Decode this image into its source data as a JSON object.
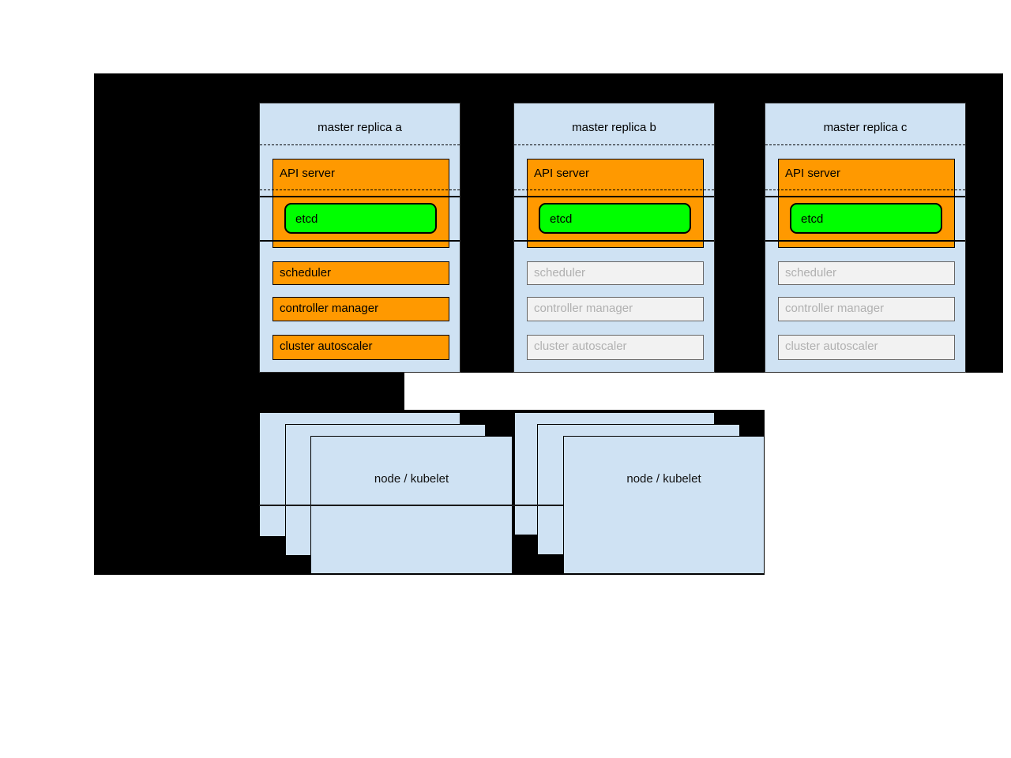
{
  "masters": [
    {
      "title": "master replica a",
      "state": "active",
      "components": {
        "api_server": "API server",
        "etcd": "etcd",
        "scheduler": "scheduler",
        "controller_manager": "controller manager",
        "cluster_autoscaler": "cluster autoscaler"
      }
    },
    {
      "title": "master replica b",
      "state": "standby",
      "components": {
        "api_server": "API server",
        "etcd": "etcd",
        "scheduler": "scheduler",
        "controller_manager": "controller manager",
        "cluster_autoscaler": "cluster autoscaler"
      }
    },
    {
      "title": "master replica c",
      "state": "standby",
      "components": {
        "api_server": "API server",
        "etcd": "etcd",
        "scheduler": "scheduler",
        "controller_manager": "controller manager",
        "cluster_autoscaler": "cluster autoscaler"
      }
    }
  ],
  "node_groups": [
    {
      "label": "node / kubelet"
    },
    {
      "label": "node / kubelet"
    }
  ],
  "colors": {
    "backdrop": "#000000",
    "box_fill": "#cfe2f3",
    "active_component_fill": "#ff9900",
    "etcd_fill": "#00ff00",
    "standby_fill": "#f2f2f2",
    "standby_text": "#b0b0b0"
  }
}
